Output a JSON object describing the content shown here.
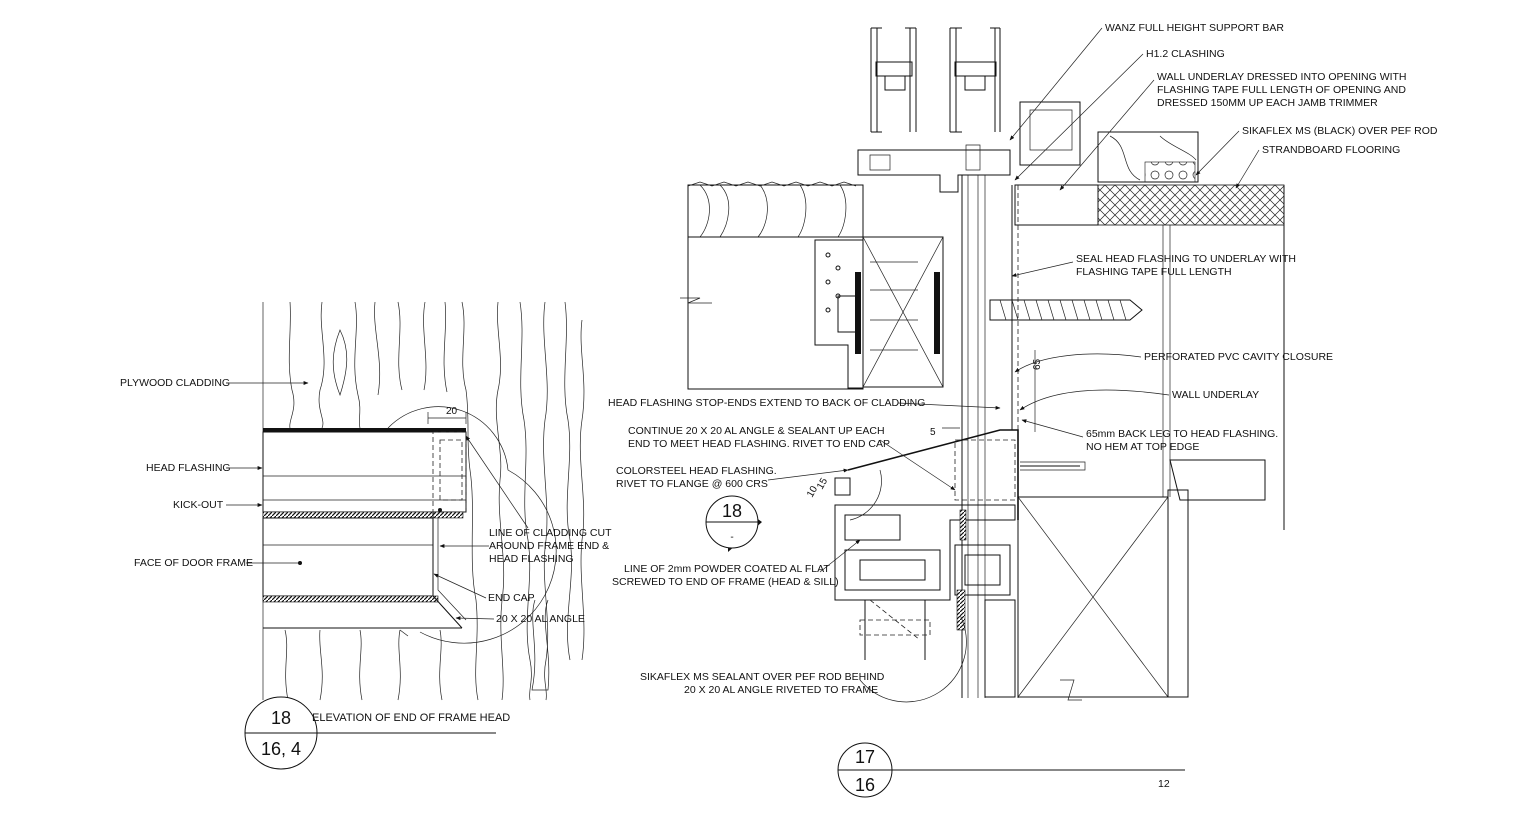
{
  "detail_left": {
    "callouts": {
      "plywood_cladding": "PLYWOOD CLADDING",
      "head_flashing": "HEAD FLASHING",
      "kick_out": "KICK-OUT",
      "face_of_door_frame": "FACE OF DOOR FRAME",
      "line_of_cladding_cut": [
        "LINE OF CLADDING CUT",
        "AROUND FRAME END &",
        "HEAD FLASHING"
      ],
      "end_cap": "END CAP",
      "al_angle": "20 X 20 AL ANGLE"
    },
    "dimension": "20",
    "bubble": {
      "top": "18",
      "bottom": "16, 4"
    },
    "title": "ELEVATION OF END OF FRAME HEAD"
  },
  "detail_right": {
    "callouts": {
      "support_bar": "WANZ FULL HEIGHT SUPPORT BAR",
      "h12_flashing": "H1.2 CLASHING",
      "wall_underlay_dressed": [
        "WALL UNDERLAY DRESSED INTO OPENING WITH",
        "FLASHING TAPE FULL LENGTH OF OPENING AND",
        "DRESSED 150MM UP EACH JAMB TRIMMER"
      ],
      "sikaflex_black": "SIKAFLEX MS (BLACK) OVER PEF ROD",
      "strandboard": "STRANDBOARD FLOORING",
      "seal_head_flashing": [
        "SEAL HEAD FLASHING TO UNDERLAY WITH",
        "FLASHING TAPE FULL LENGTH"
      ],
      "pvc_cavity_closure": "PERFORATED PVC CAVITY CLOSURE",
      "stop_ends": "HEAD FLASHING STOP-ENDS EXTEND TO BACK OF CLADDING",
      "wall_underlay": "WALL UNDERLAY",
      "continue_angle": [
        "CONTINUE 20 X 20 AL ANGLE & SEALANT UP EACH",
        "END TO MEET HEAD FLASHING.  RIVET TO END CAP"
      ],
      "back_leg": [
        "65mm BACK LEG TO HEAD FLASHING.",
        "NO HEM AT TOP EDGE"
      ],
      "colorsteel": [
        "COLORSTEEL HEAD FLASHING.",
        "RIVET TO FLANGE @ 600 CRS"
      ],
      "al_flat": [
        "LINE OF 2mm POWDER COATED AL FLAT",
        "SCREWED TO END OF FRAME (HEAD & SILL)"
      ],
      "sikaflex_sealant": [
        "SIKAFLEX MS SEALANT OVER PEF ROD BEHIND",
        "20 X 20 AL ANGLE RIVETED TO FRAME"
      ]
    },
    "dimensions": {
      "d5": "5",
      "d65": "65",
      "d10": "10",
      "d15": "15"
    },
    "section_marker": {
      "top": "18",
      "bottom": "-"
    },
    "bubble": {
      "top": "17",
      "bottom": "16"
    },
    "sheet_number": "12"
  }
}
